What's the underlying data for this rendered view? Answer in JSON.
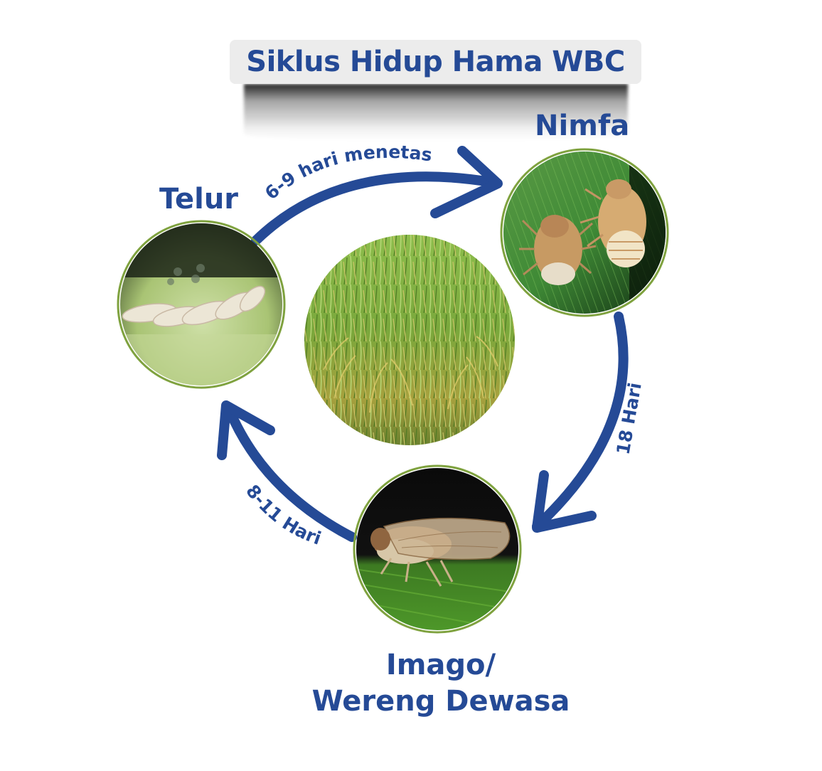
{
  "title": "Siklus Hidup Hama WBC",
  "stages": {
    "telur": "Telur",
    "nimfa": "Nimfa",
    "imago_line1": "Imago/",
    "imago_line2": "Wereng Dewasa"
  },
  "durations": {
    "telur_to_nimfa": "6-9 hari menetas",
    "nimfa_to_imago": "18 Hari",
    "imago_to_telur": "8-11 Hari"
  },
  "colors": {
    "primary": "#254a96",
    "ring": "#7fa23f"
  }
}
